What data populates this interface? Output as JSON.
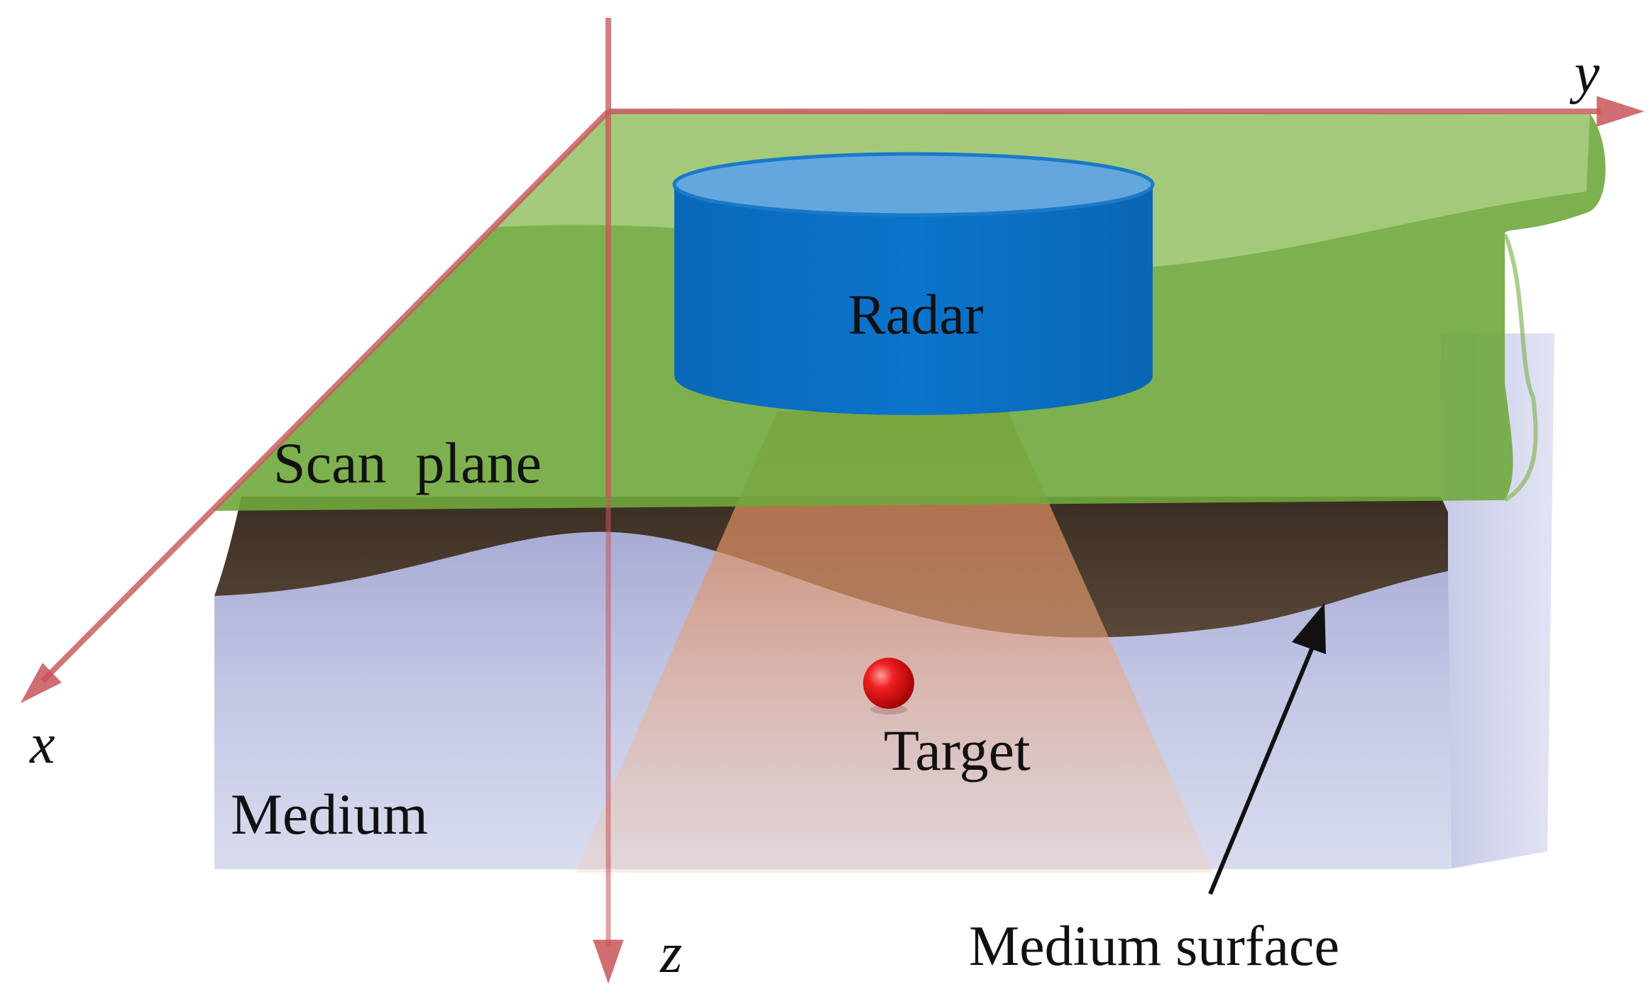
{
  "labels": {
    "radar": "Radar",
    "scan_plane": "Scan  plane",
    "target": "Target",
    "medium": "Medium",
    "medium_surface": "Medium surface"
  },
  "axes": {
    "x": "x",
    "y": "y",
    "z": "z"
  },
  "colors": {
    "axis": "#c8555a",
    "scan_plane": "#6fa83c",
    "radar_body": "#0a6fc2",
    "radar_top": "#64a6de",
    "surface": "#4a3a2c",
    "medium": "#c9cde6",
    "beam": "#e79a6e",
    "target": "#e01010"
  }
}
